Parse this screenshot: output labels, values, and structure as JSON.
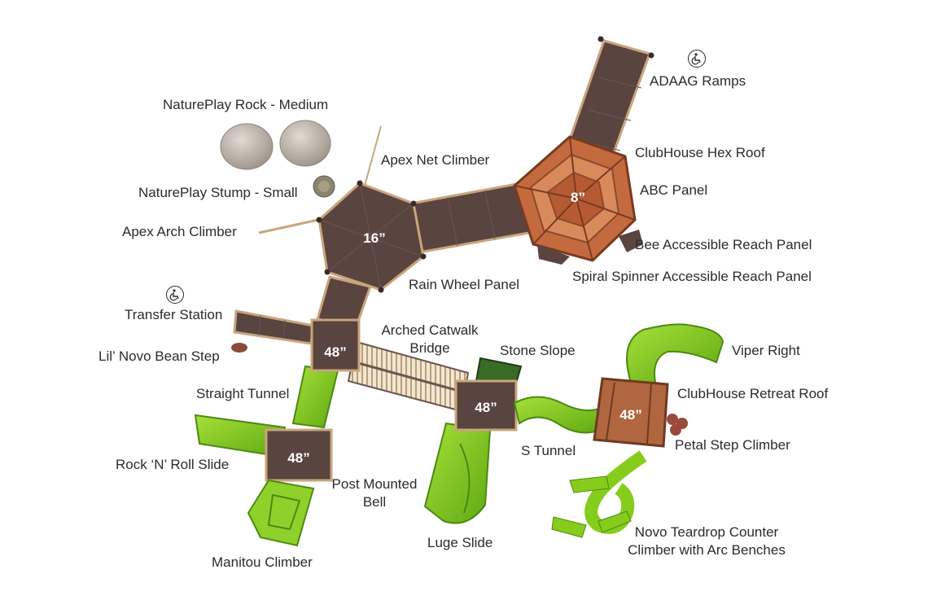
{
  "labels": {
    "adaag_ramps": "ADAAG Ramps",
    "natureplay_rock_medium": "NaturePlay Rock - Medium",
    "apex_net_climber": "Apex Net Climber",
    "clubhouse_hex_roof": "ClubHouse Hex Roof",
    "natureplay_stump_small": "NaturePlay Stump - Small",
    "abc_panel": "ABC Panel",
    "apex_arch_climber": "Apex Arch Climber",
    "bee_accessible_reach_panel": "Bee Accessible Reach Panel",
    "spiral_spinner_panel": "Spiral Spinner Accessible Reach Panel",
    "rain_wheel_panel": "Rain Wheel Panel",
    "transfer_station": "Transfer Station",
    "arched_catwalk_bridge_1": "Arched Catwalk",
    "arched_catwalk_bridge_2": "Bridge",
    "lil_novo_bean_step": "Lil’ Novo Bean Step",
    "stone_slope": "Stone Slope",
    "viper_right": "Viper Right",
    "straight_tunnel": "Straight Tunnel",
    "clubhouse_retreat_roof": "ClubHouse Retreat Roof",
    "petal_step_climber": "Petal Step Climber",
    "s_tunnel": "S Tunnel",
    "rock_n_roll_slide": "Rock ‘N’ Roll Slide",
    "post_mounted_bell_1": "Post Mounted",
    "post_mounted_bell_2": "Bell",
    "luge_slide": "Luge Slide",
    "novo_teardrop_1": "Novo Teardrop Counter",
    "novo_teardrop_2": "Climber with Arc Benches",
    "manitou_climber": "Manitou Climber"
  },
  "decks": {
    "hex_deck": "16”",
    "clubhouse_hex": "8”",
    "transfer_deck": "48”",
    "slide_deck": "48”",
    "luge_deck": "48”",
    "retreat_deck": "48”"
  },
  "colors": {
    "deck_brown": "#5a4440",
    "slide_green": "#86cc1c",
    "roof_wood": "#c46a3f",
    "rock_gray": "#bdb4aa",
    "label_text": "#2b2b2b"
  },
  "icons": [
    "wheelchair-icon"
  ]
}
